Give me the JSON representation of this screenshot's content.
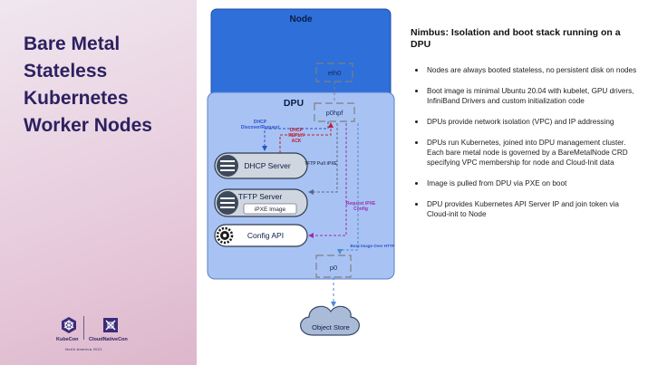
{
  "left_panel": {
    "title_lines": [
      "Bare Metal",
      "Stateless",
      "Kubernetes",
      "Worker Nodes"
    ],
    "branding": {
      "kubecon": "KubeCon",
      "cloudnativecon": "CloudNativeCon",
      "event": "North America 2021"
    }
  },
  "diagram": {
    "node_label": "Node",
    "dpu_label": "DPU",
    "eth0_label": "eth0",
    "p0hpf_label": "p0hpf",
    "p0_label": "p0",
    "object_store_label": "Object Store",
    "dhcp_server_label": "DHCP Server",
    "tftp_server_label": "TFTP Server",
    "ipxe_image_label": "iPXE Image",
    "config_api_label": "Config API",
    "arrow_labels": {
      "dhcp_discover_line1": "DHCP",
      "dhcp_discover_line2": "Discover/Request",
      "dhcp_reply_line1": "DHCP",
      "dhcp_reply_line2": "REPLY/",
      "dhcp_reply_line3": "ACK",
      "tftp_pull": "TFTP Pull iPXE",
      "request_ipxe_line1": "Request iPXE",
      "request_ipxe_line2": "Config",
      "boot_image": "Boot Image Over HTTP"
    },
    "colors": {
      "node_blue": "#2e6fd9",
      "dpu_blue": "#a8c3f3",
      "dhcp_arrow": "#2b51c8",
      "reply_arrow": "#c0202e",
      "ipxe_arrow": "#9b2db5",
      "boot_arrow": "#4d87d9"
    }
  },
  "info_panel": {
    "heading": "Nimbus: Isolation and boot stack running on a DPU",
    "bullets": [
      "Nodes are always booted stateless, no persistent disk on nodes",
      "Boot image is minimal Ubuntu 20.04 with kubelet, GPU drivers, InfiniBand Drivers and custom initialization code",
      "DPUs provide network isolation (VPC) and IP addressing",
      "DPUs run Kubernetes, joined into DPU management cluster. Each bare metal node is governed by a BareMetalNode CRD specifying VPC membership for node and Cloud-Init data",
      "Image is pulled from DPU via PXE on boot",
      "DPU provides Kubernetes API Server IP and join token via Cloud-init to Node"
    ]
  }
}
